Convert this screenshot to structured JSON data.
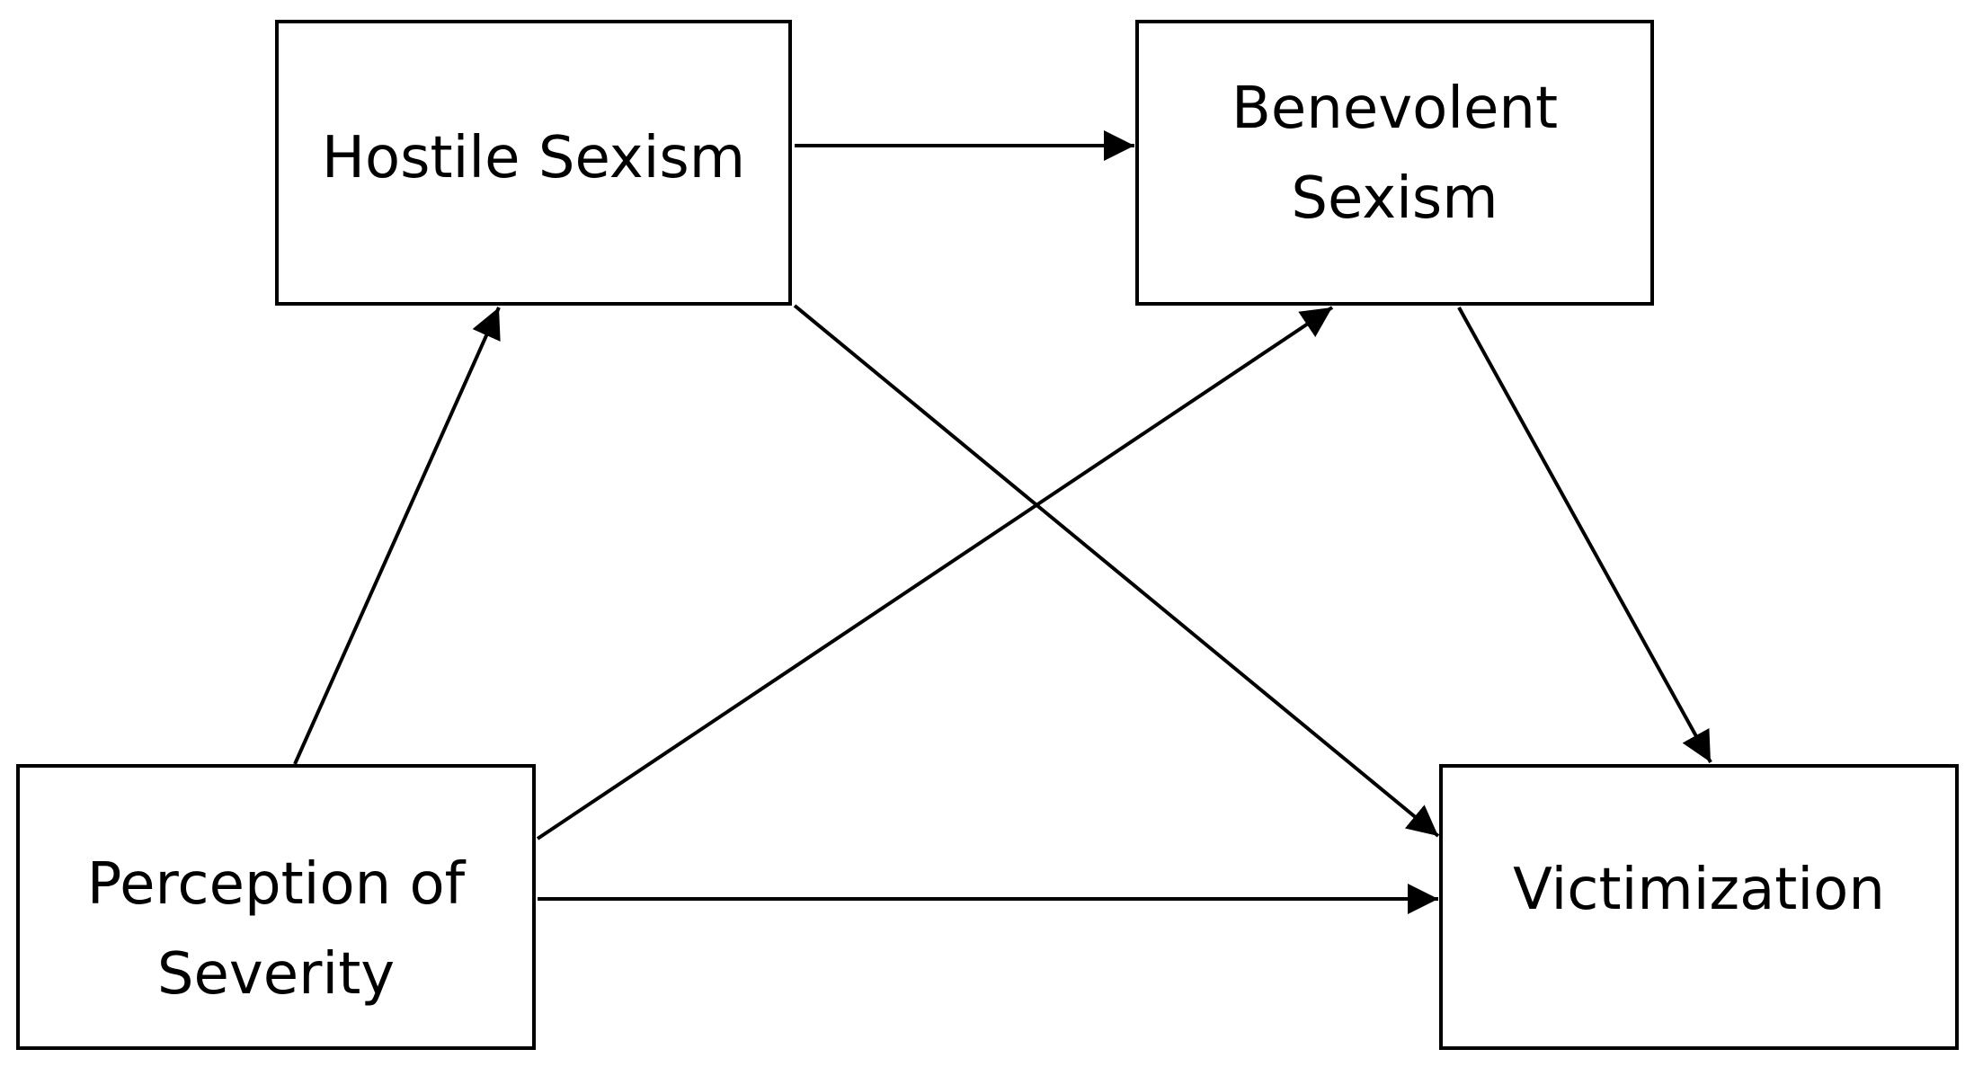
{
  "nodes": {
    "hostile_sexism": "Hostile Sexism",
    "benevolent_sexism": {
      "line1": "Benevolent",
      "line2": "Sexism"
    },
    "perception_of_severity": {
      "line1": "Perception of",
      "line2": "Severity"
    },
    "victimization": "Victimization"
  },
  "edges": [
    {
      "from": "hostile_sexism",
      "to": "benevolent_sexism"
    },
    {
      "from": "perception_of_severity",
      "to": "hostile_sexism"
    },
    {
      "from": "perception_of_severity",
      "to": "benevolent_sexism"
    },
    {
      "from": "perception_of_severity",
      "to": "victimization"
    },
    {
      "from": "hostile_sexism",
      "to": "victimization"
    },
    {
      "from": "benevolent_sexism",
      "to": "victimization"
    }
  ]
}
